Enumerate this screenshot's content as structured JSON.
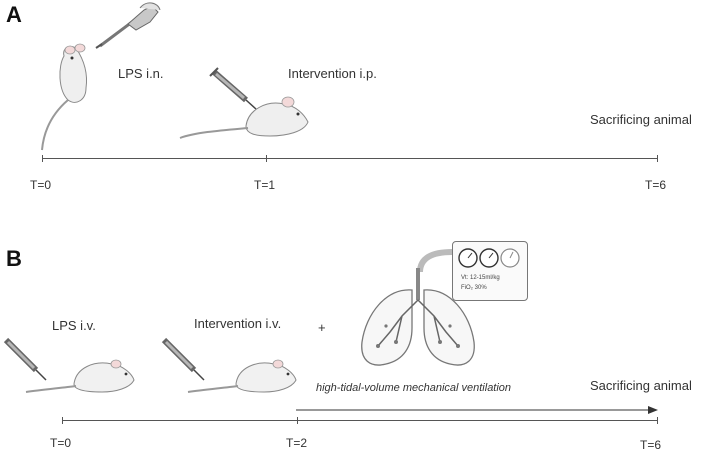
{
  "panel_a": {
    "label": "A",
    "steps": {
      "lps": "LPS i.n.",
      "intervention": "Intervention i.p.",
      "sacrifice": "Sacrificing animal"
    },
    "timeline": [
      "T=0",
      "T=1",
      "T=6"
    ]
  },
  "panel_b": {
    "label": "B",
    "steps": {
      "lps": "LPS i.v.",
      "intervention": "Intervention i.v.",
      "plus": "+",
      "ventilation": "high-tidal-volume mechanical ventilation",
      "sacrifice": "Sacrificing animal"
    },
    "ventilator": {
      "vt": "Vt:  12-15ml/kg",
      "fio2": "FiO₂ 30%"
    },
    "timeline": [
      "T=0",
      "T=2",
      "T=6"
    ]
  },
  "icons": [
    "pipette-icon",
    "mouse-icon",
    "syringe-icon",
    "rat-icon",
    "lungs-icon",
    "ventilator-icon",
    "gauge-icon"
  ]
}
